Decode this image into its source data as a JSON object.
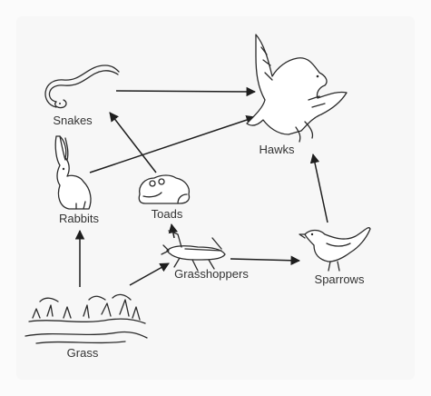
{
  "organisms": {
    "snakes": {
      "label": "Snakes",
      "icon": "snake-icon"
    },
    "hawks": {
      "label": "Hawks",
      "icon": "hawk-icon"
    },
    "rabbits": {
      "label": "Rabbits",
      "icon": "rabbit-icon"
    },
    "toads": {
      "label": "Toads",
      "icon": "toad-icon"
    },
    "grasshoppers": {
      "label": "Grasshoppers",
      "icon": "grasshopper-icon"
    },
    "sparrows": {
      "label": "Sparrows",
      "icon": "sparrow-icon"
    },
    "grass": {
      "label": "Grass",
      "icon": "grass-icon"
    }
  },
  "links": [
    {
      "from": "grass",
      "to": "rabbits"
    },
    {
      "from": "grass",
      "to": "grasshoppers"
    },
    {
      "from": "grasshoppers",
      "to": "toads"
    },
    {
      "from": "grasshoppers",
      "to": "sparrows"
    },
    {
      "from": "toads",
      "to": "snakes"
    },
    {
      "from": "rabbits",
      "to": "hawks"
    },
    {
      "from": "snakes",
      "to": "hawks"
    },
    {
      "from": "sparrows",
      "to": "hawks"
    }
  ],
  "colors": {
    "background": "#f7f7f7",
    "ink": "#1e1e1e",
    "label": "#333333"
  }
}
